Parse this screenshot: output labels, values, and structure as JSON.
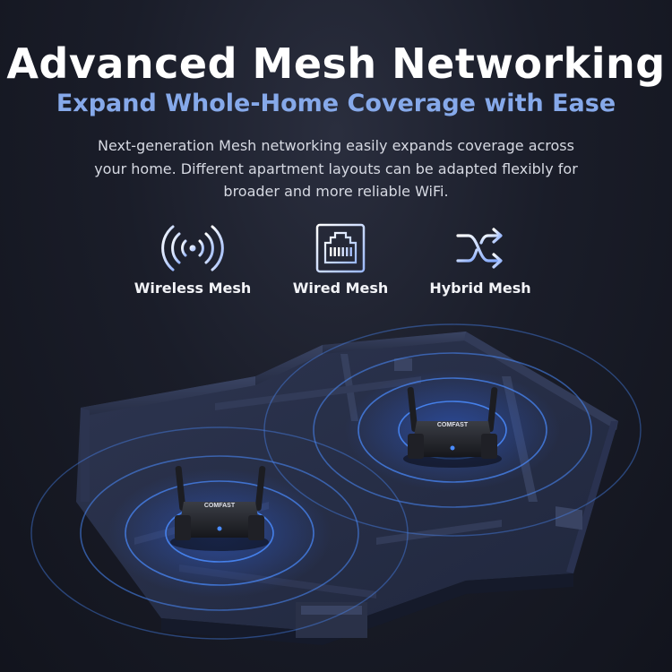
{
  "header": {
    "title": "Advanced Mesh Networking",
    "subtitle": "Expand Whole-Home Coverage with Ease",
    "description": "Next-generation Mesh networking easily expands coverage across your home. Different apartment layouts can be adapted flexibly for broader and more reliable WiFi."
  },
  "features": [
    {
      "label": "Wireless Mesh",
      "icon": "wireless-signal-icon"
    },
    {
      "label": "Wired Mesh",
      "icon": "ethernet-port-icon"
    },
    {
      "label": "Hybrid Mesh",
      "icon": "shuffle-arrows-icon"
    }
  ],
  "routers": [
    {
      "brand": "COMFAST"
    },
    {
      "brand": "COMFAST"
    }
  ],
  "colors": {
    "accent": "#86a9ea",
    "signal": "#4a8cff",
    "background": "#1a1d29"
  }
}
